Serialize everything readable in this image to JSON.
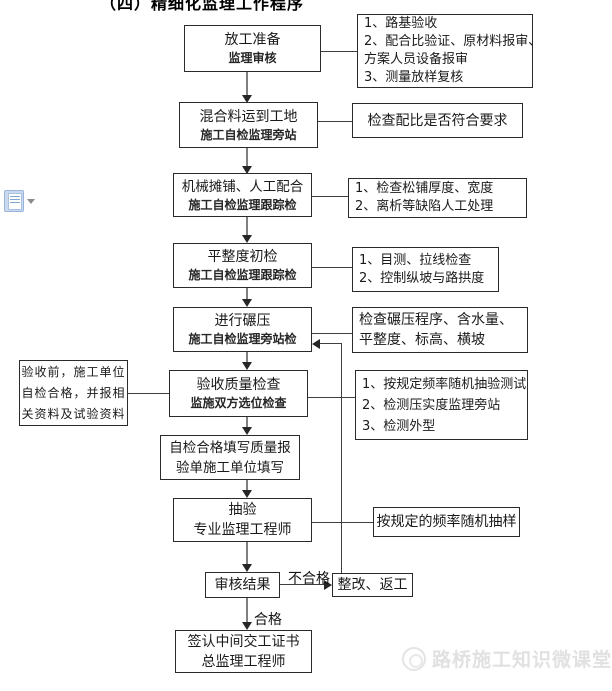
{
  "title": "（四）精细化监理工作程序",
  "flowchart": {
    "boxes": {
      "prepare": {
        "line1": "放工准备",
        "line2": "监理审核"
      },
      "mix_arrival": {
        "line1": "混合料运到工地",
        "line2": "施工自检监理旁站"
      },
      "paving": {
        "line1": "机械摊铺、人工配合",
        "line2": "施工自检监理跟踪检"
      },
      "flatness": {
        "line1": "平整度初检",
        "line2": "施工自检监理跟踪检"
      },
      "rolling": {
        "line1": "进行碾压",
        "line2": "施工自检监理旁站检"
      },
      "acceptance": {
        "line1": "验收质量检查",
        "line2": "监施双方选位检查"
      },
      "quality_form": {
        "line1": "自检合格填写质量报",
        "line2": "验单施工单位填写"
      },
      "spot_check": {
        "line1": "抽验",
        "line2": "专业监理工程师"
      },
      "review": {
        "line1": "审核结果"
      },
      "rework": {
        "line1": "整改、返工"
      },
      "certificate": {
        "line1": "签认中间交工证书",
        "line2": "总监理工程师"
      },
      "pre_note": {
        "line1": "验收前，施工单位",
        "line2": "自检合格，并报相",
        "line3": "关资料及试验资料"
      }
    },
    "annotations": {
      "prepare_note": {
        "line1": "1、路基验收",
        "line2": "2、配合比验证、原材料报审、",
        "line3": "方案人员设备报审",
        "line4": "3、测量放样复核"
      },
      "mix_note": {
        "line1": "检查配比是否符合要求"
      },
      "paving_note": {
        "line1": "1、检查松铺厚度、宽度",
        "line2": "2、离析等缺陷人工处理"
      },
      "flatness_note": {
        "line1": "1、目测、拉线检查",
        "line2": "2、控制纵坡与路拱度"
      },
      "rolling_note": {
        "line1": "检查碾压程序、含水量、",
        "line2": "平整度、标高、横坡"
      },
      "acceptance_note": {
        "line1": "1、按规定频率随机抽验测试",
        "line2": "2、检测压实度监理旁站",
        "line3": "3、检测外型"
      },
      "spot_note": {
        "line1": "按规定的频率随机抽样"
      }
    },
    "edge_labels": {
      "fail": "不合格",
      "pass": "合格"
    }
  },
  "watermark": {
    "text": "路桥施工知识微课堂"
  },
  "colors": {
    "box_border": "#2b2b2b",
    "arrow_stem": "#7f7f7f",
    "arrow_head": "#262626",
    "watermark": "#e1e1e1",
    "icon_blue": "#c9daf0"
  }
}
